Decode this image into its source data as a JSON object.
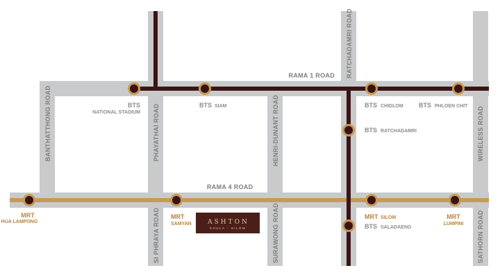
{
  "roads": {
    "rama1": "RAMA 1 ROAD",
    "rama4": "RAMA 4 ROAD",
    "ratchadamri": "RATCHADAMRI ROAD",
    "banthatthong": "BANTHATTHONG ROAD",
    "phayathai": "PHAYATHAI ROAD",
    "henri_dunant": "HENRI-DUNANT ROAD",
    "wireless": "WIRELESS ROAD",
    "si_phraya": "SI PHRAYA ROAD",
    "surawong": "SURAWONG ROAD",
    "sathorn": "SATHORN ROAD"
  },
  "stations": {
    "bts_national_stadium": {
      "line": "BTS",
      "name": "NATIONAL STADIUM"
    },
    "bts_siam": {
      "line": "BTS",
      "name": "SIAM"
    },
    "bts_chidlom": {
      "line": "BTS",
      "name": "CHIDLOM"
    },
    "bts_phloen_chit": {
      "line": "BTS",
      "name": "PHLOEN CHIT"
    },
    "bts_ratchadamri": {
      "line": "BTS",
      "name": "RATCHADAMRI"
    },
    "bts_saladaeng": {
      "line": "BTS",
      "name": "SALADAENG"
    },
    "mrt_hua_lampong": {
      "line": "MRT",
      "name": "HUA LAMPONG"
    },
    "mrt_samyan": {
      "line": "MRT",
      "name": "SAMYAN"
    },
    "mrt_silom": {
      "line": "MRT",
      "name": "SILOM"
    },
    "mrt_lumpini": {
      "line": "MRT",
      "name": "LUMPINI"
    }
  },
  "project": {
    "name": "ASHTON",
    "subtitle": "CHULA - SILOM"
  },
  "colors": {
    "road": "#c9cacb",
    "bts_line": "#3a1414",
    "mrt_line": "#c69a55",
    "brand": "#4a1f1a"
  }
}
